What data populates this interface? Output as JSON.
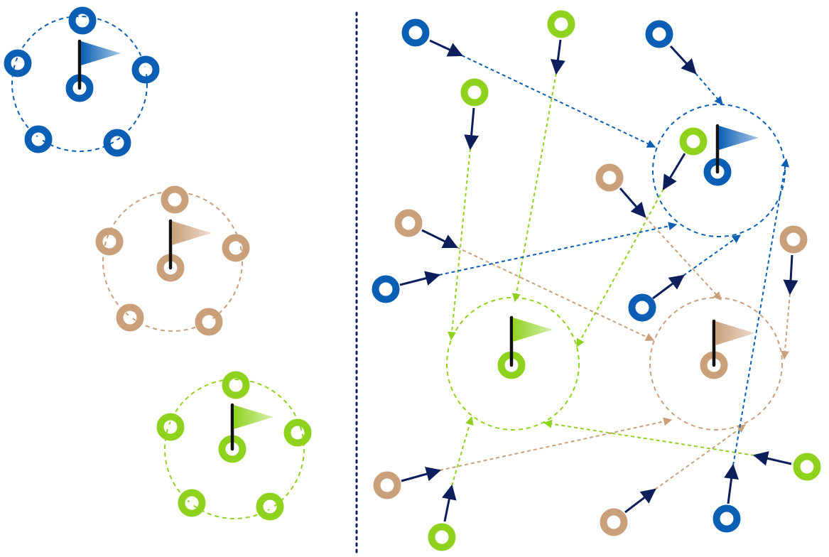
{
  "colors": {
    "blue": "#0a5fb4",
    "tan": "#c9a07a",
    "green": "#8fd21e",
    "arrow": "#0c1f5c",
    "pole": "#111111",
    "divider": "#0c1f5c"
  },
  "left_clusters": [
    {
      "color": "blue"
    },
    {
      "color": "tan"
    },
    {
      "color": "green"
    }
  ],
  "groups": [
    {
      "color": "blue"
    },
    {
      "color": "green"
    },
    {
      "color": "tan"
    }
  ],
  "agents": [
    {
      "color": "blue",
      "target": 0
    },
    {
      "color": "green",
      "target": 1
    },
    {
      "color": "blue",
      "target": 0
    },
    {
      "color": "green",
      "target": 1
    },
    {
      "color": "green",
      "target": 1
    },
    {
      "color": "tan",
      "target": 2
    },
    {
      "color": "tan",
      "target": 2
    },
    {
      "color": "tan",
      "target": 2
    },
    {
      "color": "blue",
      "target": 0
    },
    {
      "color": "blue",
      "target": 0
    },
    {
      "color": "green",
      "target": 1
    },
    {
      "color": "tan",
      "target": 2
    },
    {
      "color": "green",
      "target": 1
    },
    {
      "color": "tan",
      "target": 2
    },
    {
      "color": "blue",
      "target": 0
    }
  ]
}
